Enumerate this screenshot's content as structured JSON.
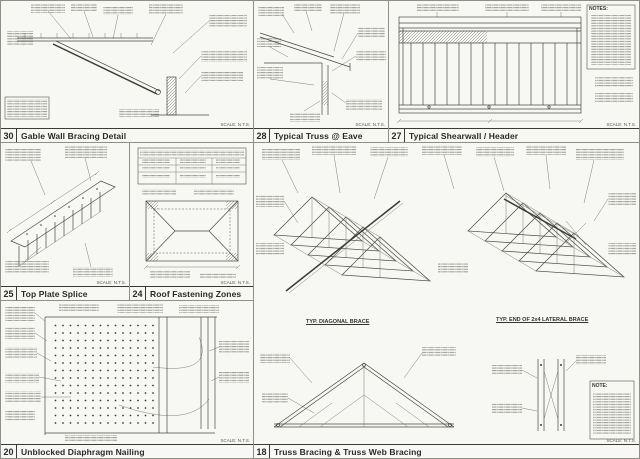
{
  "colors": {
    "sheet": "#f6f6f2",
    "line": "#4a4a44",
    "border": "#8f8f87"
  },
  "panels": [
    {
      "num": "30",
      "title": "Gable Wall Bracing Detail",
      "scale": "SCALE: N.T.S."
    },
    {
      "num": "28",
      "title": "Typical Truss @ Eave",
      "scale": "SCALE: N.T.S."
    },
    {
      "num": "27",
      "title": "Typical Shearwall / Header",
      "scale": "SCALE: N.T.S."
    },
    {
      "num": "25",
      "title": "Top Plate Splice",
      "scale": "SCALE: N.T.S."
    },
    {
      "num": "24",
      "title": "Roof Fastening Zones",
      "scale": "SCALE: N.T.S."
    },
    {
      "num": "20",
      "title": "Unblocked Diaphragm Nailing",
      "scale": "SCALE: N.T.S."
    },
    {
      "num": "18",
      "title": "Truss Bracing & Truss Web Bracing",
      "scale": "SCALE: N.T.S.",
      "captions": {
        "left": "TYP. DIAGONAL BRACE",
        "right": "TYP. END OF 2x4 LATERAL BRACE"
      }
    }
  ],
  "labels": {
    "notes": "NOTES:",
    "note": "NOTE:"
  }
}
